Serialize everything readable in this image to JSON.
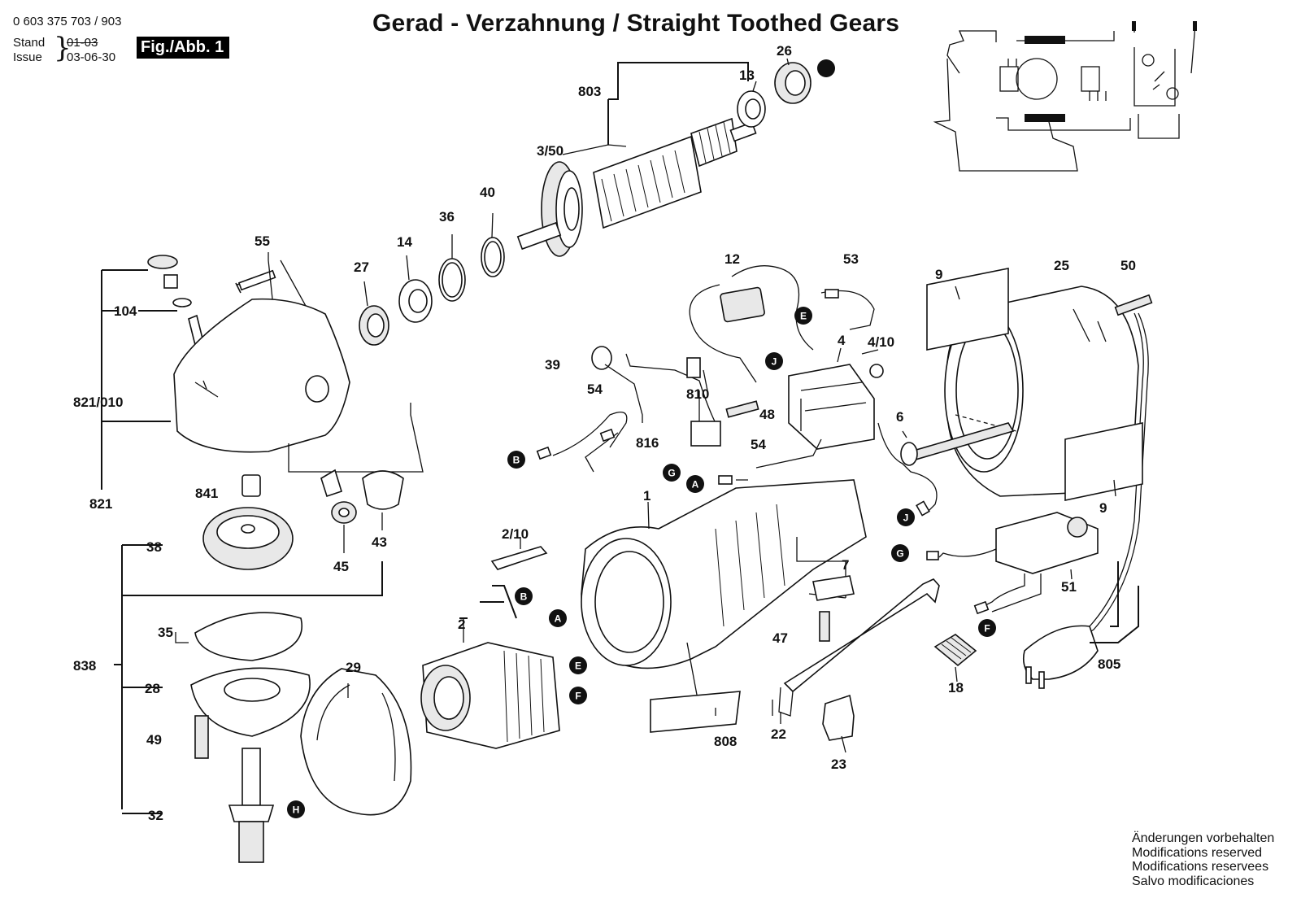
{
  "header": {
    "part_number": "0 603 375 703 / 903",
    "stand_label": "Stand",
    "issue_label": "Issue",
    "stand_date_struck": "01-03",
    "issue_date": "03-06-30",
    "figure_label": "Fig./Abb. 1",
    "title": "Gerad - Verzahnung / Straight Toothed Gears"
  },
  "notice": [
    "Änderungen vorbehalten",
    "Modifications reserved",
    "Modifications reservees",
    "Salvo modificaciones"
  ],
  "part_labels": {
    "p803": "803",
    "p26": "26",
    "p13": "13",
    "p350": "3/50",
    "p40": "40",
    "p36": "36",
    "p14": "14",
    "p27": "27",
    "p55": "55",
    "p104": "104",
    "p821010": "821/010",
    "p821": "821",
    "p841": "841",
    "p38": "38",
    "p45": "45",
    "p43": "43",
    "p35": "35",
    "p838": "838",
    "p28": "28",
    "p49": "49",
    "p32": "32",
    "p29": "29",
    "p2": "2",
    "p210": "2/10",
    "p1": "1",
    "p808": "808",
    "p12": "12",
    "p53": "53",
    "p9a": "9",
    "p25": "25",
    "p50": "50",
    "p4": "4",
    "p410": "4/10",
    "p39": "39",
    "p54a": "54",
    "p810": "810",
    "p48": "48",
    "p816": "816",
    "p54b": "54",
    "p6": "6",
    "p9b": "9",
    "p51": "51",
    "p7": "7",
    "p47": "47",
    "p22": "22",
    "p23": "23",
    "p18": "18",
    "p805": "805"
  },
  "connector_labels": {
    "E1": "E",
    "J1": "J",
    "B1": "B",
    "G1": "G",
    "A1": "A",
    "J2": "J",
    "G2": "G",
    "F1": "F",
    "B2": "B",
    "A2": "A",
    "E2": "E",
    "F2": "F",
    "H1": "H"
  }
}
